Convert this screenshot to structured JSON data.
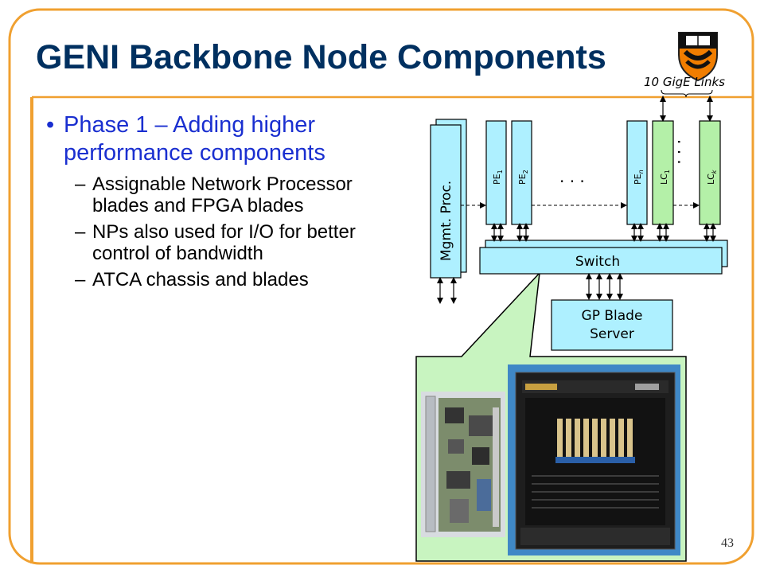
{
  "slide": {
    "title": "GENI Backbone Node Components",
    "page_number": "43",
    "colors": {
      "frame": "#f0a030",
      "title": "#003060",
      "bullet_level1": "#1a2fd0",
      "blade": "#aef0ff",
      "line_card": "#b4f0a8",
      "callout": "#c8f4c0"
    }
  },
  "bullets": {
    "level1": "Phase 1 – Adding higher performance components",
    "level2": [
      "Assignable Network Processor blades and FPGA blades",
      "NPs also used for I/O for better control of bandwidth",
      "ATCA chassis and blades"
    ]
  },
  "diagram": {
    "mgmt": "Mgmt. Proc.",
    "pe": "PE",
    "pe1_sub": "1",
    "pe2_sub": "2",
    "pen_sub": "n",
    "lc": "LC",
    "lc1_sub": "1",
    "lck_sub": "k",
    "ellipsis_h": ". . .",
    "ellipsis_v": ". . .",
    "switch": "Switch",
    "gp_line1": "GP Blade",
    "gp_line2": "Server",
    "links": "10 GigE Links"
  },
  "icons": {
    "logo": "princeton-shield-icon"
  }
}
